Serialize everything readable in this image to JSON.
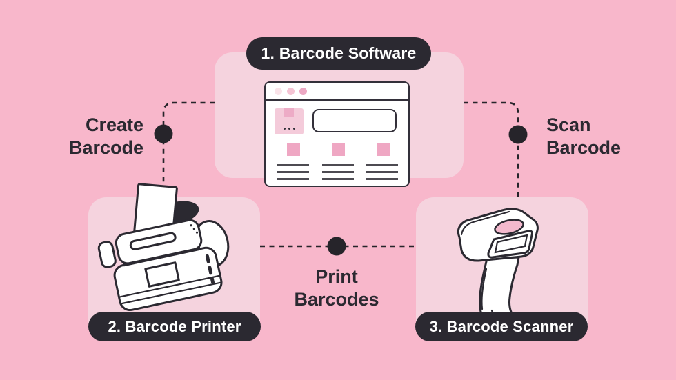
{
  "diagram": {
    "nodes": {
      "software": {
        "badge": "1. Barcode Software",
        "icon": "browser-window-illustration"
      },
      "printer": {
        "badge": "2. Barcode Printer",
        "icon": "label-printer-illustration"
      },
      "scanner": {
        "badge": "3. Barcode Scanner",
        "icon": "barcode-scanner-illustration"
      }
    },
    "connectors": {
      "create": {
        "line1": "Create",
        "line2": "Barcode"
      },
      "scan": {
        "line1": "Scan",
        "line2": "Barcode"
      },
      "print": {
        "line1": "Print",
        "line2": "Barcodes"
      }
    },
    "colors": {
      "background": "#F8B7CB",
      "panel": "#F5D3DE",
      "badge_bg": "#2B2931",
      "badge_text": "#FFFFFF",
      "text": "#2B2931",
      "connector": "#26242A",
      "accent_pink": "#EFA7C3",
      "soft_pink": "#F4CBDA",
      "white": "#FFFFFF"
    }
  }
}
